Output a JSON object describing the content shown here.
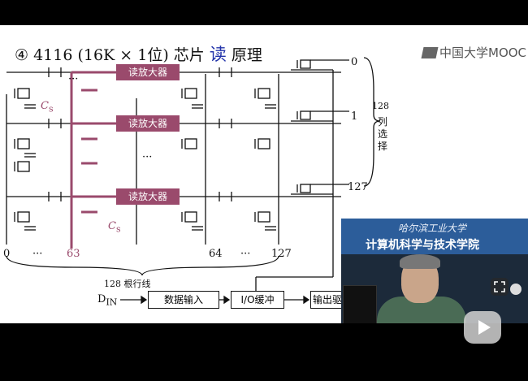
{
  "slide": {
    "title_prefix": "④ 4116 (16K × 1位) 芯片",
    "title_highlight": "读",
    "title_suffix": "原理",
    "logo_text": "中国大学MOOC",
    "sense_amp_label": "读放大器",
    "cell_cap_label": "C",
    "cell_cap_sub": "s",
    "row_index_0": "0",
    "row_index_63": "63",
    "row_index_64": "64",
    "row_index_127": "127",
    "ellipsis": "···",
    "row_lines_label": "128 根行线",
    "col_index_0": "0",
    "col_index_1": "1",
    "col_index_127": "127",
    "col_select_count": "128",
    "col_select_chars": [
      "列",
      "选",
      "择"
    ],
    "din_main": "D",
    "din_sub": "IN",
    "data_in_box": "数据输入",
    "io_buffer_box": "I/O缓冲",
    "data_out_box": "输出驱"
  },
  "video": {
    "banner_top": "哈尔滨工业大学",
    "banner_main": "计算机科学与技术学院"
  },
  "colors": {
    "accent": "#9a4a6c",
    "highlight": "#2233aa",
    "banner": "#2c5d9a"
  },
  "icons": {
    "fullscreen": "fullscreen-icon",
    "play": "play-icon"
  }
}
